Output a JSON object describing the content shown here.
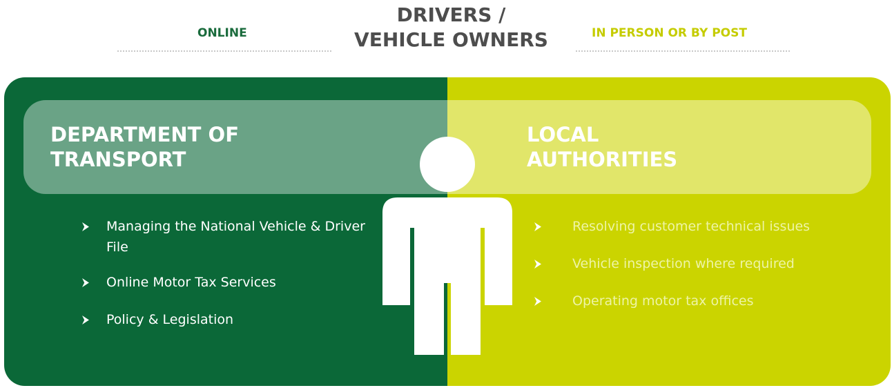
{
  "title": {
    "line1": "DRIVERS /",
    "line2": "VEHICLE OWNERS"
  },
  "channels": {
    "online": "ONLINE",
    "in_person": "IN PERSON OR BY POST"
  },
  "left": {
    "title_line1": "DEPARTMENT OF",
    "title_line2": "TRANSPORT",
    "items": [
      "Managing the National Vehicle & Driver File",
      "Online Motor Tax Services",
      "Policy & Legislation"
    ]
  },
  "right": {
    "title_line1": "LOCAL",
    "title_line2": "AUTHORITIES",
    "items": [
      "Resolving customer technical issues",
      "Vehicle inspection where required",
      "Operating motor tax offices"
    ]
  },
  "colors": {
    "dark_green": "#0b6838",
    "dark_green_header": "#6aa386",
    "lime": "#cbd400",
    "lime_header": "#e1e66a",
    "online_label": "#1a6b3c",
    "in_person_label": "#c5cc00",
    "title_text": "#4d4d4d",
    "person": "#ffffff"
  },
  "icons": {
    "bullet": "chevron-right-icon",
    "figure": "person-icon"
  }
}
